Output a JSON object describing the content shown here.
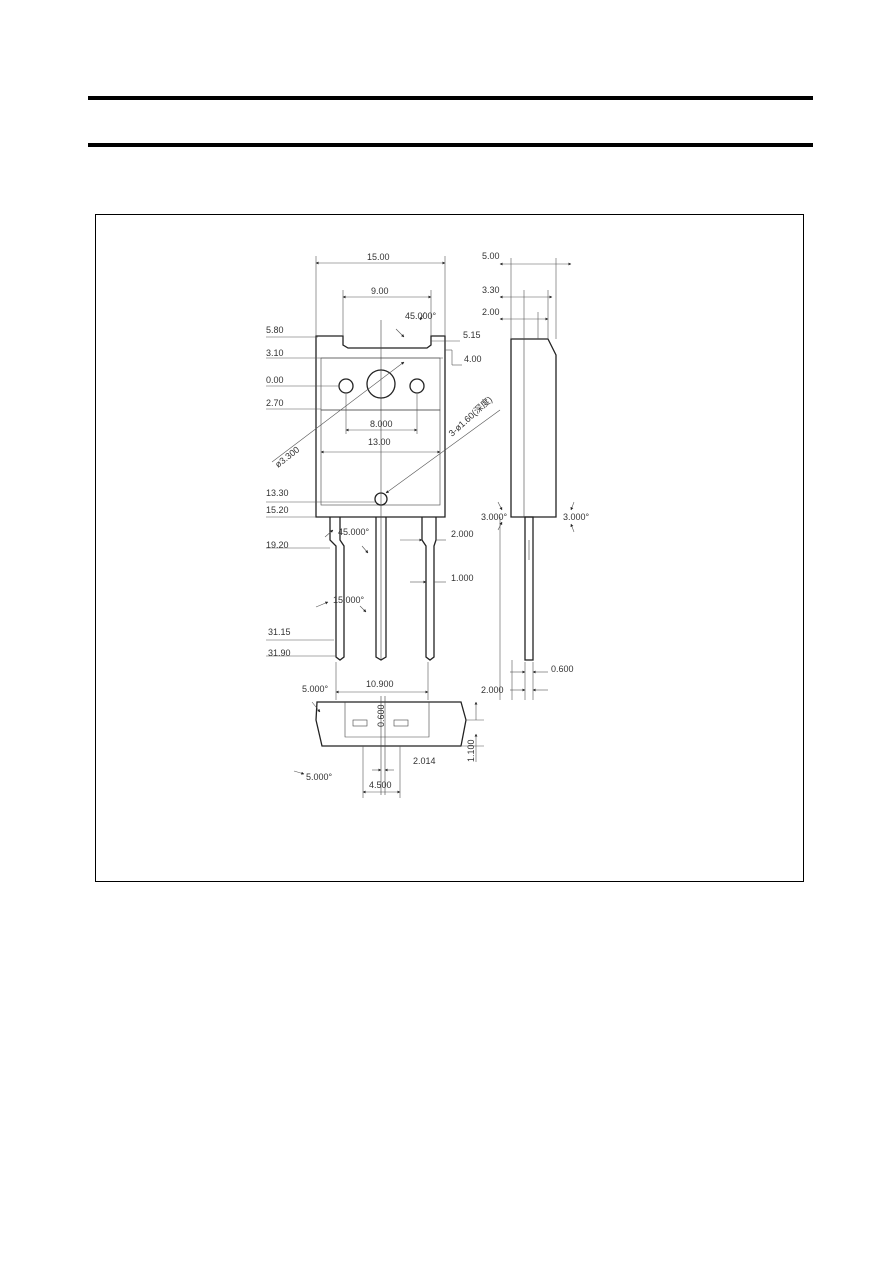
{
  "diagram": {
    "front_view": {
      "width_total": "15.00",
      "width_top": "9.00",
      "chamfer_angle": "45.000°",
      "tab_offset": "5.15",
      "notch_height": "4.00",
      "left_labels": [
        "5.80",
        "3.10",
        "0.00",
        "2.70"
      ],
      "hole_spacing": "8.000",
      "body_width": "13.00",
      "hole_diameter": "ø3.300",
      "pin_hole_note": "3-ø1.60(深度)",
      "body_height_labels": [
        "13.30",
        "15.20"
      ],
      "lead_angle": "45.000°",
      "lead_start": "19.20",
      "lead_width_wide": "2.000",
      "lead_width_narrow": "1.000",
      "lead_bend_angle": "15.000°",
      "lead_length_labels": [
        "31.15",
        "31.90"
      ]
    },
    "side_view": {
      "thickness_total": "5.00",
      "thickness_mid": "3.30",
      "thickness_tab": "2.00",
      "draft_left": "3.000°",
      "draft_right": "3.000°",
      "lead_thickness": "0.600",
      "lead_offset": "2.000"
    },
    "bottom_view": {
      "lead_span": "10.900",
      "side_angle": "5.000°",
      "side_angle_bottom": "5.000°",
      "slot_depth": "0.600",
      "height": "1.100",
      "slot_width": "2.014",
      "base_width": "4.500"
    }
  }
}
